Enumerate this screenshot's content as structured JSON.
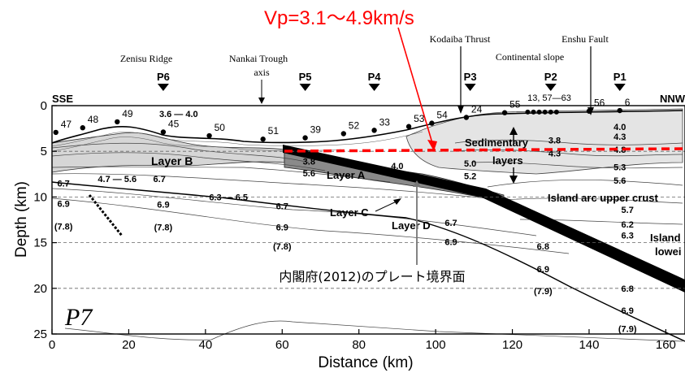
{
  "annotation": {
    "vp_label": "Vp=3.1～4.9km/s",
    "cabinet_label": "内閣府(2012)のプレート境界面",
    "accent_red": "#ff0000"
  },
  "axes": {
    "ylabel": "Depth (km)",
    "xlabel": "Distance (km)",
    "x_ticks": [
      "0",
      "20",
      "40",
      "60",
      "80",
      "100",
      "120",
      "140",
      "160"
    ],
    "y_ticks": [
      "0",
      "5",
      "10",
      "15",
      "20",
      "25"
    ],
    "xlim": [
      0,
      165
    ],
    "ylim": [
      0,
      25
    ]
  },
  "top_labels": {
    "sse": "SSE",
    "nnw": "NNW",
    "zenisu": "Zenisu Ridge",
    "nankai_1": "Nankai Trough",
    "nankai_2": "axis",
    "kodaiba": "Kodaiba Thrust",
    "enshu": "Enshu Fault",
    "slope": "Continental slope",
    "obs_range": "13, 57—63"
  },
  "profiles": [
    {
      "name": "P6",
      "x": 29
    },
    {
      "name": "P5",
      "x": 66
    },
    {
      "name": "P4",
      "x": 84
    },
    {
      "name": "P3",
      "x": 109
    },
    {
      "name": "P2",
      "x": 130
    },
    {
      "name": "P1",
      "x": 148
    }
  ],
  "stations": [
    {
      "label": "47",
      "x": 1
    },
    {
      "label": "48",
      "x": 8
    },
    {
      "label": "49",
      "x": 17
    },
    {
      "label": "45",
      "x": 29
    },
    {
      "label": "50",
      "x": 41
    },
    {
      "label": "51",
      "x": 55
    },
    {
      "label": "39",
      "x": 66
    },
    {
      "label": "52",
      "x": 76
    },
    {
      "label": "33",
      "x": 84
    },
    {
      "label": "53",
      "x": 93
    },
    {
      "label": "54",
      "x": 99
    },
    {
      "label": "24",
      "x": 108
    },
    {
      "label": "55",
      "x": 118
    },
    {
      "label": "56",
      "x": 140
    },
    {
      "label": "6",
      "x": 148
    }
  ],
  "units": {
    "layer_b": "Layer B",
    "layer_a": "Layer A",
    "layer_c": "Layer C",
    "layer_d": "Layer D",
    "sedimentary": "Sedimentary",
    "layers": "layers",
    "island_arc": "Island arc upper crust",
    "island": "Island",
    "lower": "lowei",
    "panel": "P7"
  },
  "velocities": [
    {
      "text": "3.6 — 4.0",
      "x": 33,
      "z": 0.9
    },
    {
      "text": "3.8",
      "x": 67,
      "z": 6.1
    },
    {
      "text": "5.6",
      "x": 67,
      "z": 7.4
    },
    {
      "text": "4.0",
      "x": 90,
      "z": 6.6
    },
    {
      "text": "5.0",
      "x": 109,
      "z": 6.3
    },
    {
      "text": "5.2",
      "x": 109,
      "z": 7.7
    },
    {
      "text": "3.8",
      "x": 131,
      "z": 3.8
    },
    {
      "text": "4.3",
      "x": 131,
      "z": 5.2
    },
    {
      "text": "4.0",
      "x": 148,
      "z": 2.3
    },
    {
      "text": "4.3",
      "x": 148,
      "z": 3.4
    },
    {
      "text": "4.8",
      "x": 148,
      "z": 4.8
    },
    {
      "text": "5.3",
      "x": 148,
      "z": 6.7
    },
    {
      "text": "5.6",
      "x": 148,
      "z": 8.2
    },
    {
      "text": "6.7",
      "x": 3,
      "z": 8.5
    },
    {
      "text": "4.7 — 5.6",
      "x": 17,
      "z": 8.0
    },
    {
      "text": "6.7",
      "x": 28,
      "z": 8.0
    },
    {
      "text": "6.9",
      "x": 3,
      "z": 10.7
    },
    {
      "text": "6.9",
      "x": 29,
      "z": 10.8
    },
    {
      "text": "6.3 — 6.5",
      "x": 46,
      "z": 10.0
    },
    {
      "text": "6.7",
      "x": 60,
      "z": 11.0
    },
    {
      "text": "(7.8)",
      "x": 3,
      "z": 13.2
    },
    {
      "text": "(7.8)",
      "x": 29,
      "z": 13.3
    },
    {
      "text": "6.9",
      "x": 60,
      "z": 13.3
    },
    {
      "text": "6.7",
      "x": 104,
      "z": 12.8
    },
    {
      "text": "6.9",
      "x": 104,
      "z": 14.9
    },
    {
      "text": "(7.8)",
      "x": 60,
      "z": 15.4
    },
    {
      "text": "5.7",
      "x": 150,
      "z": 11.4
    },
    {
      "text": "6.2",
      "x": 150,
      "z": 13.0
    },
    {
      "text": "6.3",
      "x": 150,
      "z": 14.2
    },
    {
      "text": "6.8",
      "x": 128,
      "z": 15.4
    },
    {
      "text": "6.9",
      "x": 128,
      "z": 17.9
    },
    {
      "text": "(7.9)",
      "x": 128,
      "z": 20.3
    },
    {
      "text": "6.8",
      "x": 150,
      "z": 20.0
    },
    {
      "text": "6.9",
      "x": 150,
      "z": 22.4
    },
    {
      "text": "(7.9)",
      "x": 150,
      "z": 24.4
    }
  ]
}
